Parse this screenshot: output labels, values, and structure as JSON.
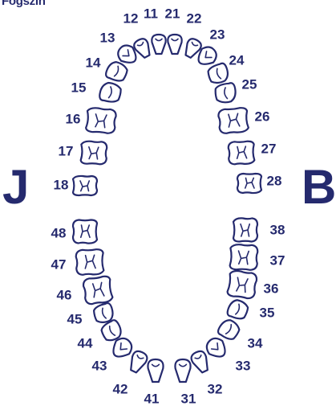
{
  "title": "Fogszín",
  "side_left": "J",
  "side_right": "B",
  "colors": {
    "ink": "#252a6e",
    "background": "#ffffff"
  },
  "teeth": [
    {
      "number": "11",
      "type": "incisor"
    },
    {
      "number": "12",
      "type": "incisor"
    },
    {
      "number": "13",
      "type": "canine"
    },
    {
      "number": "14",
      "type": "premolar"
    },
    {
      "number": "15",
      "type": "premolar"
    },
    {
      "number": "16",
      "type": "molar"
    },
    {
      "number": "17",
      "type": "molar"
    },
    {
      "number": "18",
      "type": "molar"
    },
    {
      "number": "21",
      "type": "incisor"
    },
    {
      "number": "22",
      "type": "incisor"
    },
    {
      "number": "23",
      "type": "canine"
    },
    {
      "number": "24",
      "type": "premolar"
    },
    {
      "number": "25",
      "type": "premolar"
    },
    {
      "number": "26",
      "type": "molar"
    },
    {
      "number": "27",
      "type": "molar"
    },
    {
      "number": "28",
      "type": "molar"
    },
    {
      "number": "31",
      "type": "incisor"
    },
    {
      "number": "32",
      "type": "incisor"
    },
    {
      "number": "33",
      "type": "canine"
    },
    {
      "number": "34",
      "type": "premolar"
    },
    {
      "number": "35",
      "type": "premolar"
    },
    {
      "number": "36",
      "type": "molar"
    },
    {
      "number": "37",
      "type": "molar"
    },
    {
      "number": "38",
      "type": "molar"
    },
    {
      "number": "41",
      "type": "incisor"
    },
    {
      "number": "42",
      "type": "incisor"
    },
    {
      "number": "43",
      "type": "canine"
    },
    {
      "number": "44",
      "type": "premolar"
    },
    {
      "number": "45",
      "type": "premolar"
    },
    {
      "number": "46",
      "type": "molar"
    },
    {
      "number": "47",
      "type": "molar"
    },
    {
      "number": "48",
      "type": "molar"
    }
  ]
}
